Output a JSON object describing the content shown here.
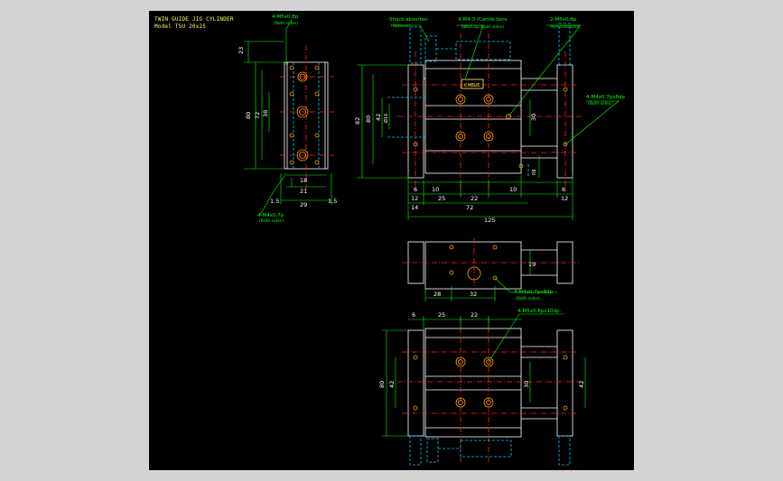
{
  "title_block": {
    "title": "TWIN GUIDE JIG CYLINDER",
    "model_label": "Model",
    "model_value": "TSU 20x25"
  },
  "colors": {
    "background": "#000000",
    "frame": "#d4d4d4",
    "outline": "#ffffff",
    "dimension": "#00ff00",
    "centerline": "#ff2020",
    "hidden": "#00c8ff",
    "hole": "#ffa000",
    "text_title": "#ffff66"
  },
  "callouts": {
    "side_top": "4-M5x0.8p",
    "side_top_sub": "(Both sides)",
    "side_bottom": "4-M4x0.7p",
    "side_bottom_sub": "(Both sides)",
    "shock": "Shock absorber",
    "shock_sub": "(Options)",
    "counterbore": "4-M4.3 (Cantle bore",
    "counterbore_sub": "6Øx4.5p, Both sides)",
    "port": "2-M5x0.8p",
    "port_sub": "Port connector",
    "right_holes": "4-M4x0.7px8dp",
    "right_holes_sub": "(Both sides)",
    "mid_holes": "4-M4x0.7px8dp",
    "mid_holes_sub": "(Both sides)",
    "bottom_holes": "4-M5x0.8px10dp."
  },
  "dims": {
    "side_23": "23",
    "side_80": "80",
    "side_72": "72",
    "side_38": "38",
    "side_18": "18",
    "side_21": "21",
    "side_29": "29",
    "side_1_5_left": "1.5",
    "side_1_5_right": "1.5",
    "front_82": "82",
    "front_80": "80",
    "front_42": "42",
    "front_phi": "Ø16",
    "front_30": "30",
    "front_R8": "R8",
    "front_6": "6",
    "front_10": "10",
    "front_12_left": "12",
    "front_25": "25",
    "front_22": "22",
    "front_10_right": "10",
    "front_6_right": "6",
    "front_12_right": "12",
    "front_14": "14",
    "front_72": "72",
    "front_125": "125",
    "mid_19": "19",
    "mid_28": "28",
    "mid_32": "32",
    "bot_6": "6",
    "bot_25": "25",
    "bot_22": "22",
    "bot_80": "80",
    "bot_42": "42",
    "bot_30": "30",
    "bot_42_right": "42"
  },
  "labels": {
    "nameplate": "CHELIC"
  }
}
